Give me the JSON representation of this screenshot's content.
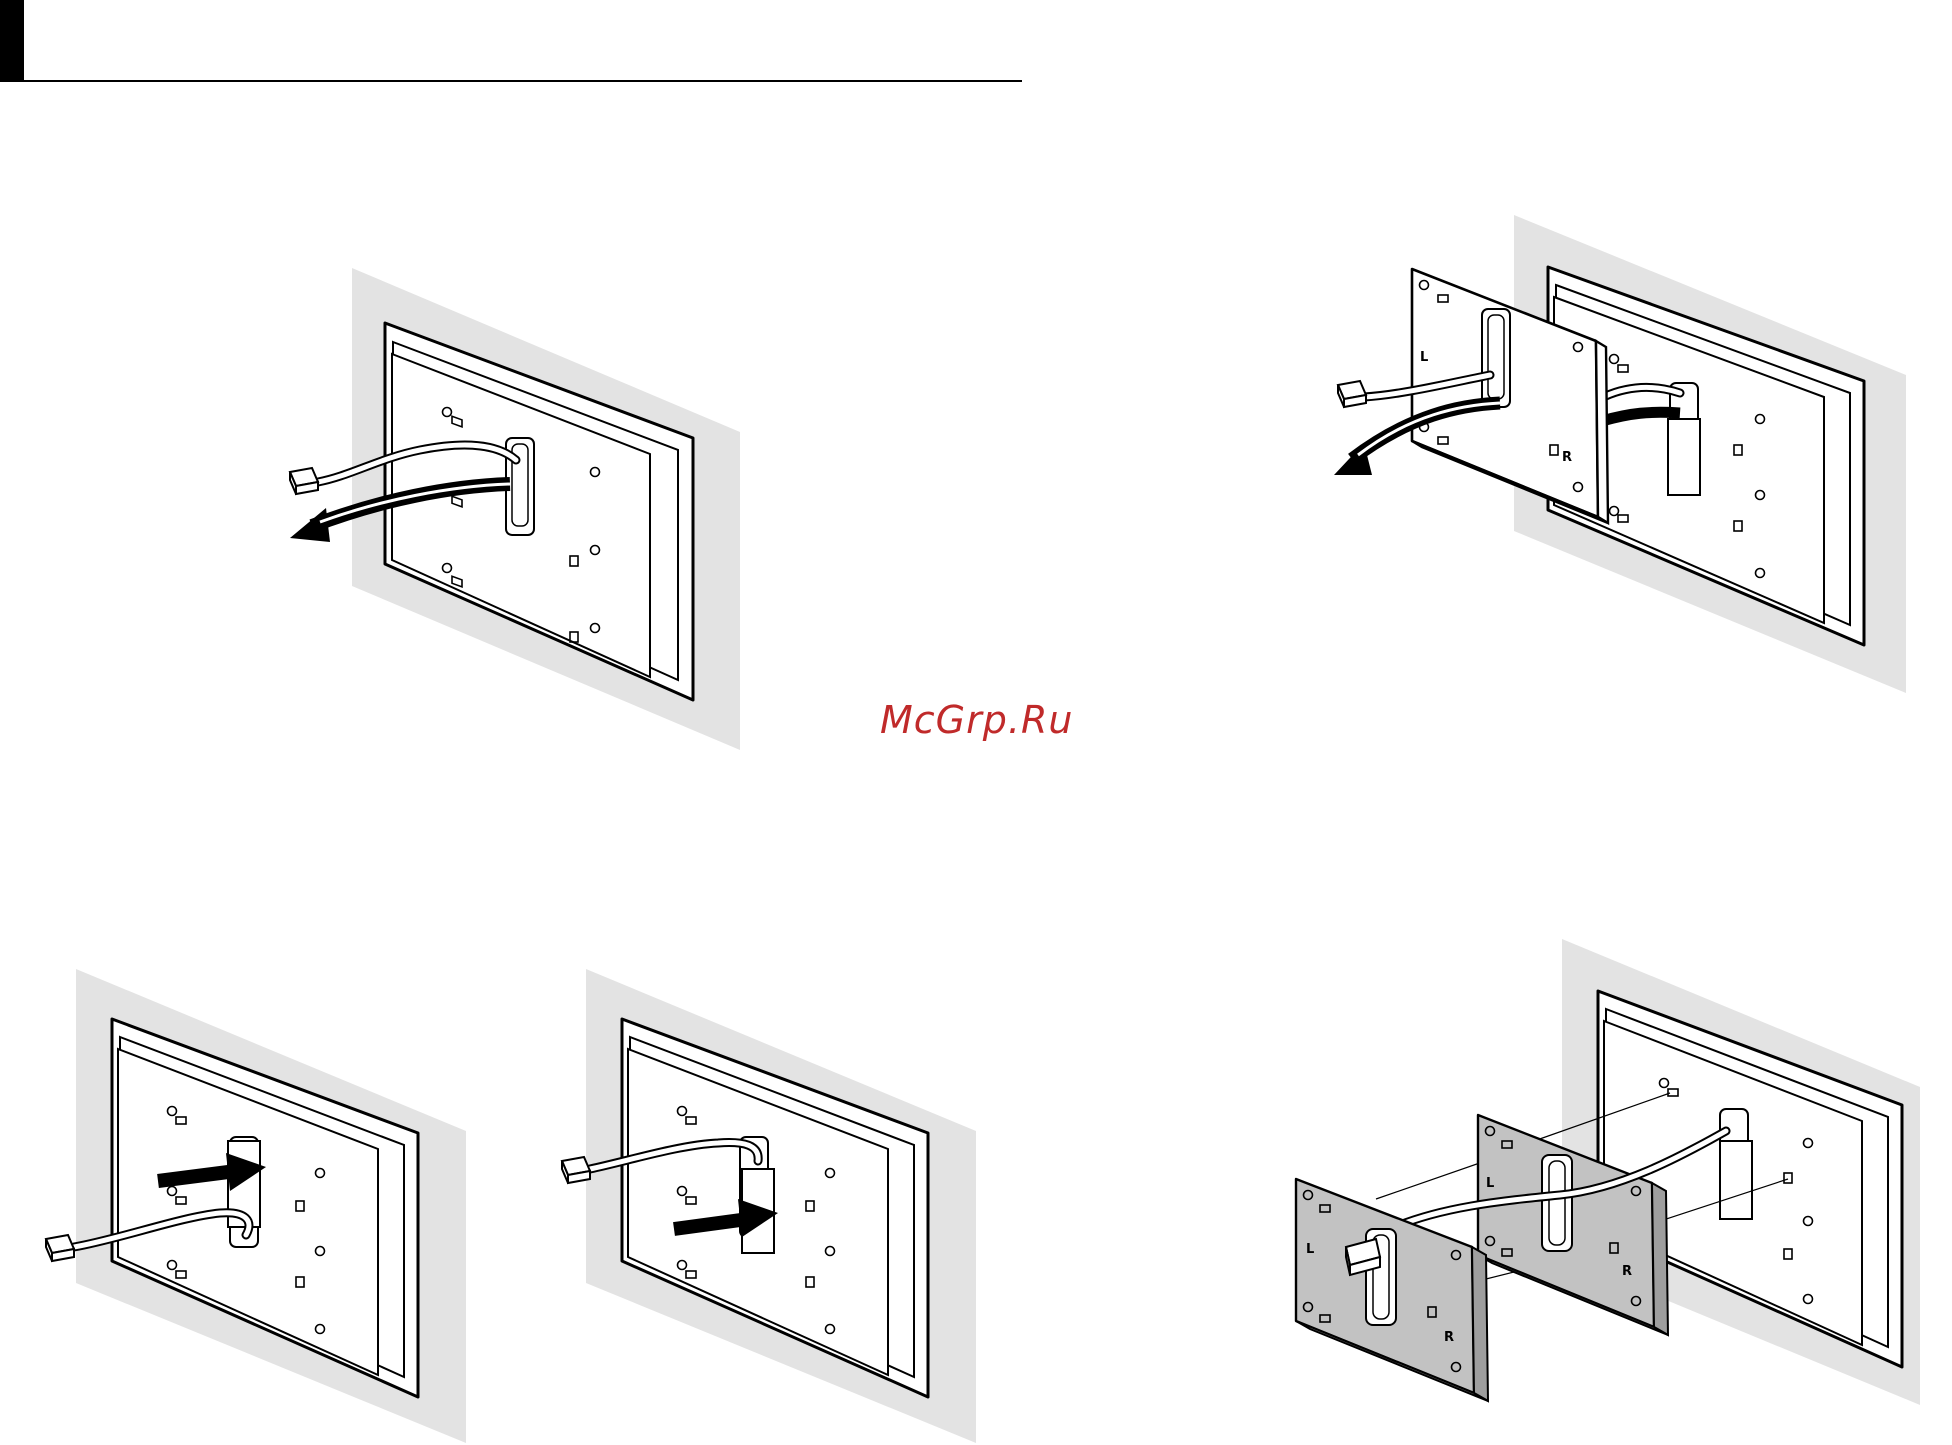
{
  "watermark": {
    "text": "McGrp.Ru"
  },
  "figures": {
    "fig2": {
      "label_left": "L",
      "label_right": "R"
    },
    "fig5": {
      "front_plate": {
        "label_left": "L",
        "label_right": "R"
      },
      "rear_plate": {
        "label_left": "L",
        "label_right": "R"
      }
    }
  },
  "icons": [
    "pull-arrow-icon",
    "push-arrow-icon",
    "connector-plug-icon",
    "mounting-hook-icon",
    "screw-hole-icon"
  ],
  "colors": {
    "wall": "#e3e3e3",
    "line": "#000000",
    "panel": "#ffffff",
    "plate_gray": "#bdbdbd",
    "watermark": "#c02a2a"
  }
}
